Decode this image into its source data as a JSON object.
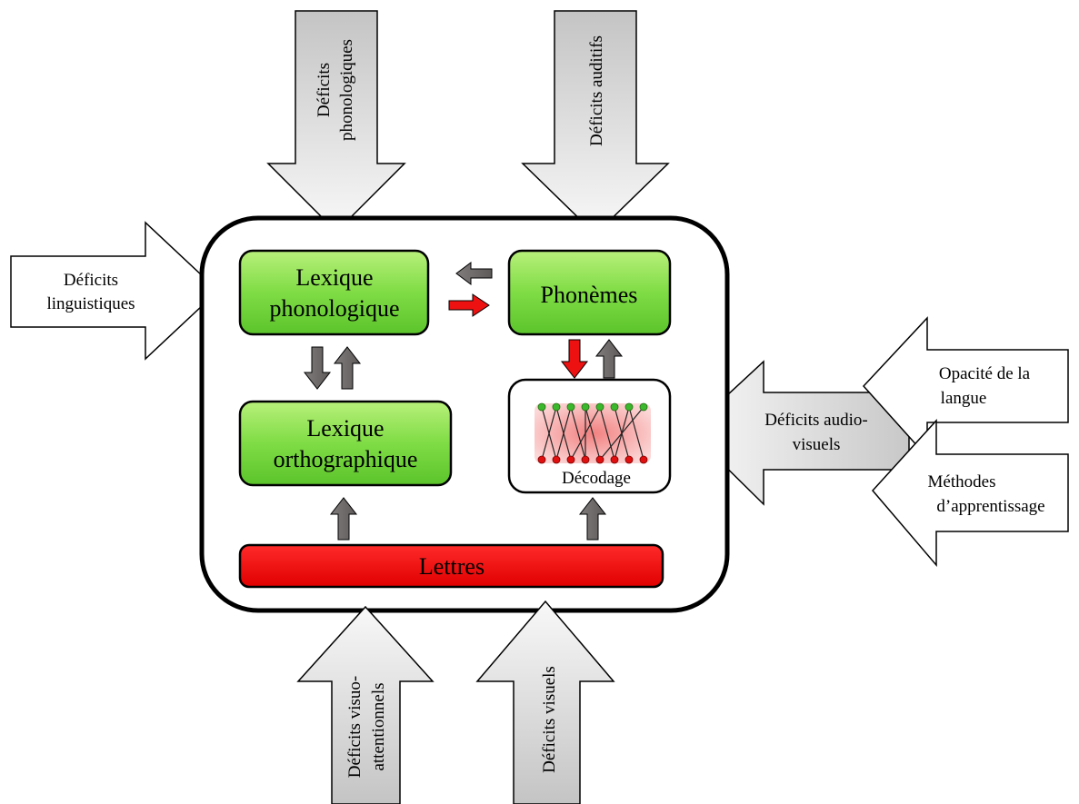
{
  "colors": {
    "module_green": "#6bd43a",
    "module_green_light": "#b8f07a",
    "letters_red": "#f00000",
    "flow_red": "#ee1111",
    "flow_gray": "#6e6a6a",
    "input_arrow_gray": "#dcdcdc",
    "frame_black": "#000000"
  },
  "modules": {
    "lexique_phonologique": [
      "Lexique",
      "phonologique"
    ],
    "phonemes": "Phonèmes",
    "lexique_orthographique": [
      "Lexique",
      "orthographique"
    ],
    "decodage": "Décodage",
    "lettres": "Lettres"
  },
  "inputs": {
    "deficits_phonologiques": [
      "Déficits",
      "phonologiques"
    ],
    "deficits_auditifs": "Déficits auditifs",
    "deficits_linguistiques": [
      "Déficits",
      "linguistiques"
    ],
    "deficits_audiovisuels": [
      "Déficits audio-",
      "visuels"
    ],
    "opacite_langue": [
      "Opacité de la",
      "langue"
    ],
    "methodes_apprentissage": [
      "Méthodes",
      "d’apprentissage"
    ],
    "deficits_visuo_attentionnels": [
      "Déficits visuo-",
      "attentionnels"
    ],
    "deficits_visuels": "Déficits visuels"
  },
  "icons": {
    "decoding_network": "neural-network-icon"
  }
}
